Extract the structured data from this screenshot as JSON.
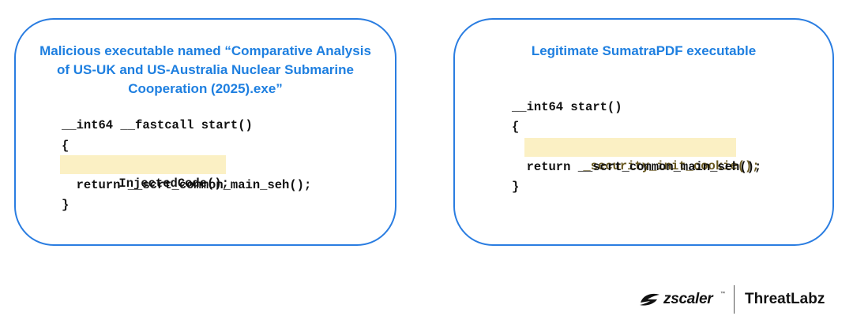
{
  "left_panel": {
    "title_lines": [
      "Malicious executable named “Comparative Analysis",
      "of US-UK and US-Australia Nuclear Submarine",
      "Cooperation (2025).exe”"
    ],
    "code_lines": [
      "__int64 __fastcall start()",
      "{",
      "  InjectedCode();",
      "  return __scrt_common_main_seh();",
      "}"
    ],
    "highlighted_line_index": 2
  },
  "right_panel": {
    "title": "Legitimate SumatraPDF executable",
    "code_lines": [
      "__int64 start()",
      "{",
      "  _security_init_cookie();",
      "  return __scrt_common_main_seh();",
      "}"
    ],
    "highlighted_line_index": 2
  },
  "branding": {
    "company": "zscaler",
    "trademark": "™",
    "product": "ThreatLabz"
  },
  "colors": {
    "accent": "#2a7de1",
    "title_text": "#1e7fe0",
    "highlight_bg": "#fbf0c4",
    "highlight_text": "#6a5a22",
    "code_text": "#111111"
  },
  "icons": {
    "brand_logo": "zscaler-logo-icon"
  }
}
